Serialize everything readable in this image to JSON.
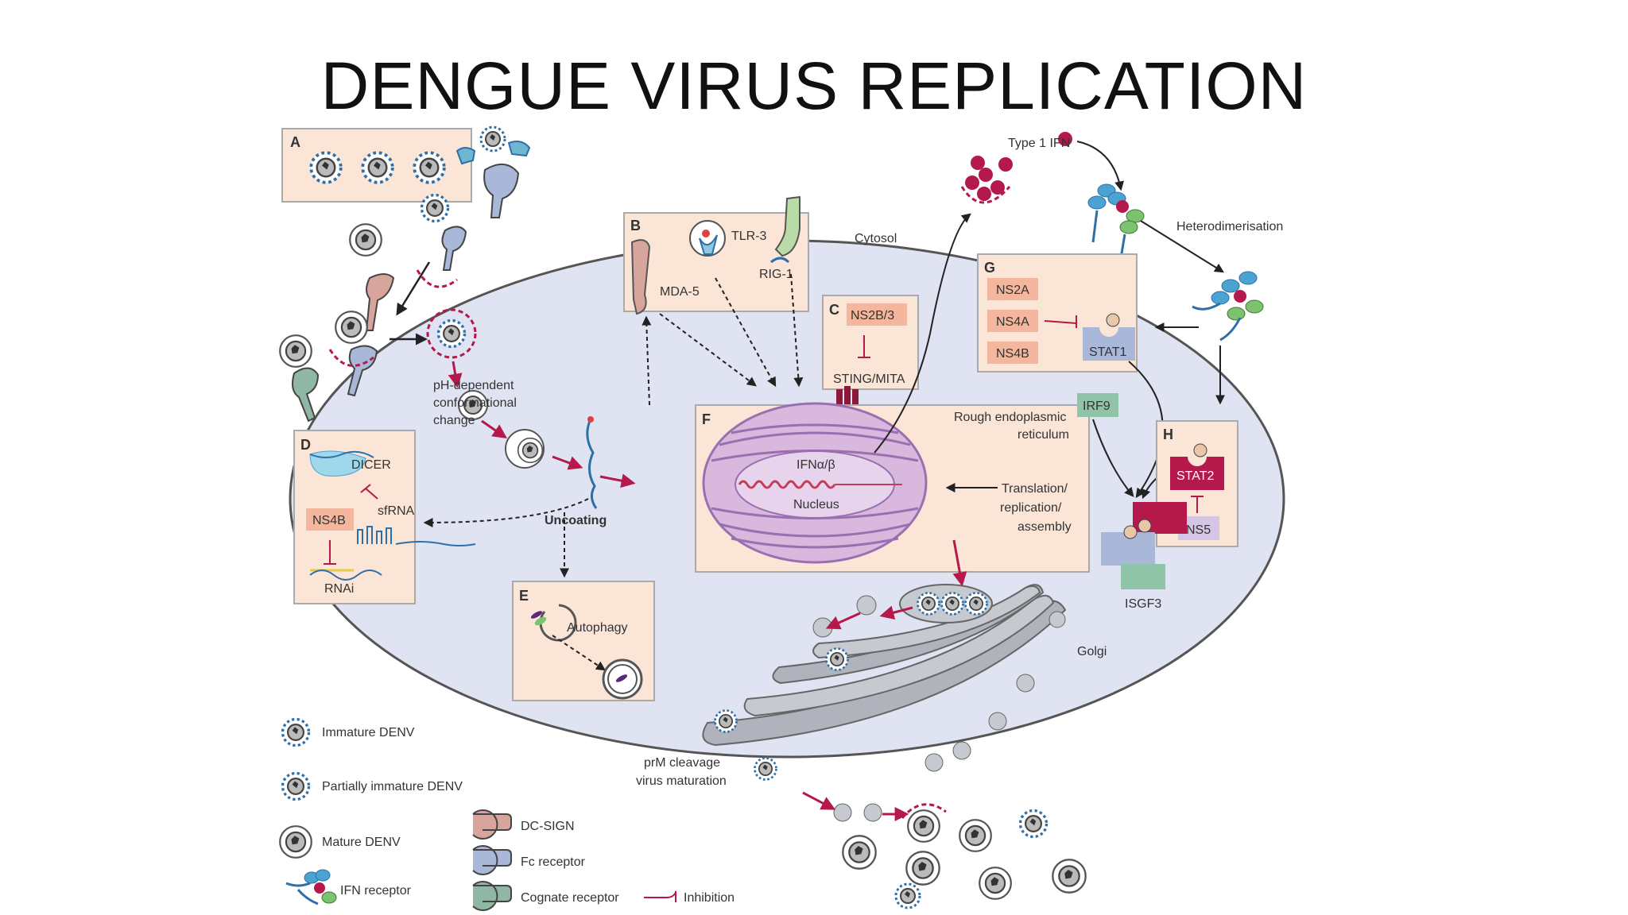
{
  "slide": {
    "title": "DENGUE VIRUS REPLICATION"
  },
  "figure": {
    "box_letters": {
      "a": "A",
      "b": "B",
      "c": "C",
      "d": "D",
      "e": "E",
      "f": "F",
      "g": "G",
      "h": "H"
    },
    "labels": {
      "type1_ifn": "Type 1 IFN",
      "cytosol": "Cytosol",
      "heterodimerisation": "Heterodimerisation",
      "tlr3": "TLR-3",
      "rig1": "RIG-1",
      "mda5": "MDA-5",
      "ns2b3": "NS2B/3",
      "sting": "STING/MITA",
      "ns2a": "NS2A",
      "ns4a": "NS4A",
      "ns4b_g": "NS4B",
      "stat1": "STAT1",
      "irf9": "IRF9",
      "stat2": "STAT2",
      "ns5": "NS5",
      "isgf3": "ISGF3",
      "ph_line1": "pH-dependent",
      "ph_line2": "conformational",
      "ph_line3": "change",
      "uncoating": "Uncoating",
      "rer_line1": "Rough endoplasmic",
      "rer_line2": "reticulum",
      "ifn_ab": "IFNα/β",
      "nucleus": "Nucleus",
      "trans_line1": "Translation/",
      "trans_line2": "replication/",
      "trans_line3": "assembly",
      "dicer": "DICER",
      "sfrna": "sfRNA",
      "ns4b_d": "NS4B",
      "rnai": "RNAi",
      "autophagy": "Autophagy",
      "golgi": "Golgi",
      "prm_line1": "prM cleavage",
      "prm_line2": "virus maturation"
    },
    "legend": {
      "immature": "Immature DENV",
      "partial": "Partially immature DENV",
      "mature": "Mature DENV",
      "ifn_receptor": "IFN receptor",
      "dc_sign": "DC-SIGN",
      "fc_receptor": "Fc receptor",
      "cognate": "Cognate receptor",
      "inhibition": "Inhibition"
    },
    "colors": {
      "cell_fill": "#dfe3f2",
      "cell_stroke": "#555555",
      "box_fill": "#fbe5d6",
      "pink_box": "#f4b69c",
      "arrow_red": "#b5184a",
      "er_fill": "#d9b8de",
      "er_stroke": "#9a6fb0",
      "stat_red": "#b5184a",
      "irf9_green": "#8fc4a8",
      "stat1_blue": "#a9b7d8",
      "ns5_lilac": "#d4c6e4",
      "golgi_grey": "#b0b3bb"
    }
  }
}
